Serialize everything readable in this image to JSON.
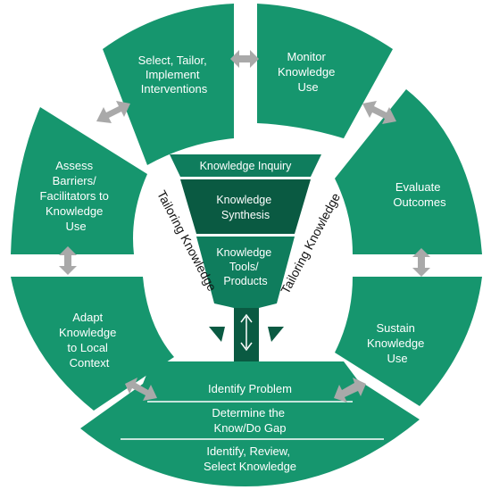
{
  "colors": {
    "segment": "#16966e",
    "funnel_light": "#0f7d5d",
    "funnel_dark": "#0a5a42",
    "arrow_grey": "#a9a9a9",
    "side_text": "#111111"
  },
  "cycle": {
    "select_tailor": [
      "Select, Tailor,",
      "Implement",
      "Interventions"
    ],
    "monitor": [
      "Monitor",
      "Knowledge",
      "Use"
    ],
    "evaluate": [
      "Evaluate",
      "Outcomes"
    ],
    "sustain": [
      "Sustain",
      "Knowledge",
      "Use"
    ],
    "adapt": [
      "Adapt",
      "Knowledge",
      "to Local",
      "Context"
    ],
    "assess": [
      "Assess",
      "Barriers/",
      "Facilitators to",
      "Knowledge",
      "Use"
    ]
  },
  "funnel": {
    "inquiry": [
      "Knowledge Inquiry"
    ],
    "synthesis": [
      "Knowledge",
      "Synthesis"
    ],
    "tools": [
      "Knowledge",
      "Tools/",
      "Products"
    ]
  },
  "base": {
    "identify_problem": [
      "Identify Problem"
    ],
    "gap": [
      "Determine the",
      "Know/Do Gap"
    ],
    "review": [
      "Identify, Review,",
      "Select Knowledge"
    ]
  },
  "side_labels": {
    "left": "Tailoring Knowledge",
    "right": "Tailoring Knowledge"
  },
  "icons": {
    "cycle_arrows": "double-headed-arrow-icon",
    "funnel_arrows": "down-arrow-icon"
  }
}
